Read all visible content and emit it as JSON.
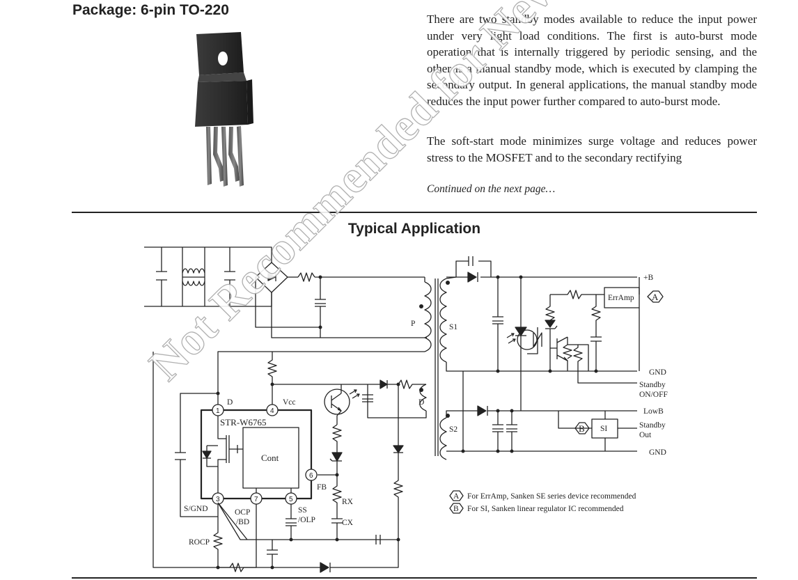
{
  "package": {
    "title": "Package: 6-pin TO-220"
  },
  "description": {
    "paragraph1": "There are two standby modes available to reduce the input power under very light load conditions. The first is auto-burst mode operation that is internally triggered by periodic sensing, and the other is a manual standby mode, which is executed by clamping the secondary output. In general applications, the manual standby mode reduces the input power further compared to auto-burst mode.",
    "paragraph2": "The soft-start mode minimizes surge voltage and reduces power stress to the MOSFET and to the secondary rectifying",
    "continued": "Continued on the next page…"
  },
  "section": {
    "title": "Typical Application"
  },
  "watermark": "Not Recommended for New Design",
  "schematic": {
    "labels": {
      "plusB": "+B",
      "errAmp": "ErrAmp",
      "markerA": "A",
      "markerB": "B",
      "P": "P",
      "S1": "S1",
      "S2": "S2",
      "D_winding": "D",
      "gnd": "GND",
      "standbyOnOff_1": "Standby",
      "standbyOnOff_2": "ON/OFF",
      "lowB": "LowB",
      "si": "SI",
      "standbyOut_1": "Standby",
      "standbyOut_2": "Out",
      "pinD": "D",
      "vcc": "Vcc",
      "chip": "STR-W6765",
      "cont": "Cont",
      "fb": "FB",
      "rx": "RX",
      "cx": "CX",
      "sgnd": "S/GND",
      "ocp_1": "OCP",
      "ocp_2": "/BD",
      "ss_1": "SS",
      "ss_2": "/OLP",
      "rocp": "ROCP",
      "pin1": "1",
      "pin3": "3",
      "pin4": "4",
      "pin5": "5",
      "pin6": "6",
      "pin7": "7"
    },
    "notes": {
      "a": "For ErrAmp, Sanken SE series device recommended",
      "b": "For SI, Sanken linear regulator IC recommended"
    }
  }
}
